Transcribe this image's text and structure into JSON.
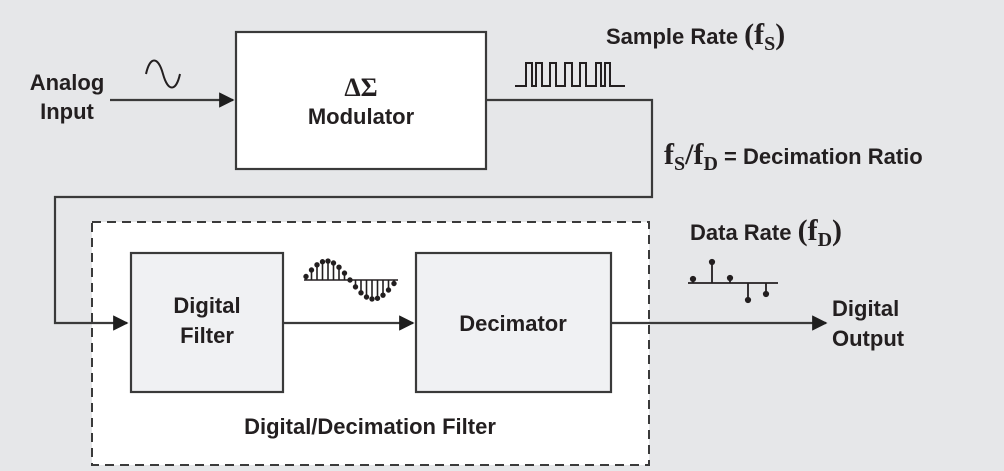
{
  "diagram": {
    "title": "Delta-Sigma ADC block diagram",
    "input": {
      "line1": "Analog",
      "line2": "Input"
    },
    "modulator": {
      "symbol": "ΔΣ",
      "label": "Modulator"
    },
    "sample_rate": {
      "text": "Sample Rate ",
      "open": "(",
      "f": "f",
      "sub": "S",
      "close": ")"
    },
    "decimation_ratio": {
      "f1": "f",
      "sub1": "S",
      "slash": "/",
      "f2": "f",
      "sub2": "D",
      "text": " = Decimation Ratio"
    },
    "digital_filter": {
      "line1": "Digital",
      "line2": "Filter"
    },
    "decimator": {
      "label": "Decimator"
    },
    "data_rate": {
      "text": "Data Rate ",
      "open": "(",
      "f": "f",
      "sub": "D",
      "close": ")"
    },
    "output": {
      "line1": "Digital",
      "line2": "Output"
    },
    "group_label": "Digital/Decimation Filter",
    "icons": {
      "analog": "sine-wave-icon",
      "bitstream": "pulse-train-icon",
      "filtered": "sampled-sine-icon",
      "decimated": "decimated-samples-icon"
    },
    "colors": {
      "background": "#e6e7e9",
      "line": "#3a3a3a",
      "block_fill": "#ffffff",
      "inner_block_fill": "#f0f1f3",
      "text": "#231f20"
    }
  }
}
